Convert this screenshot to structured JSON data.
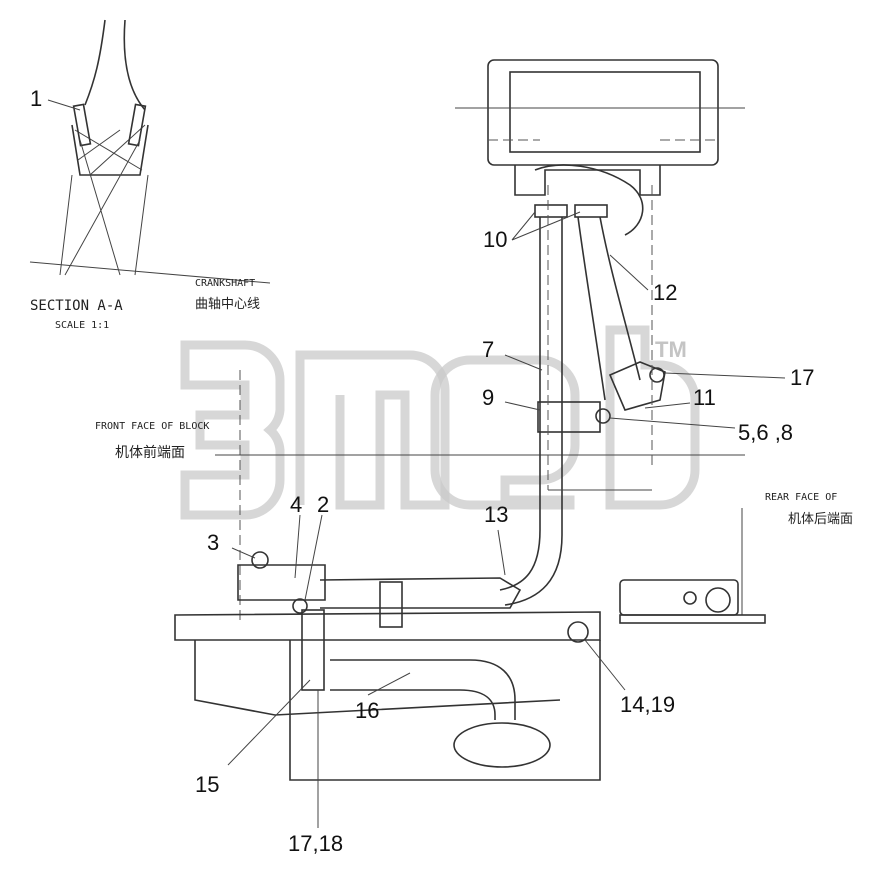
{
  "section": {
    "title": "SECTION A-A",
    "scale": "SCALE 1:1",
    "crankshaft_label": "CRANKSHAFT",
    "crankshaft_cn": "曲轴中心线"
  },
  "front_face": {
    "en": "FRONT FACE OF BLOCK",
    "cn": "机体前端面"
  },
  "rear_face": {
    "en_line1": "REAR FACE OF",
    "cn": "机体后端面"
  },
  "watermark": {
    "mark": "TM"
  },
  "callouts": {
    "c1": "1",
    "c2": "2",
    "c3": "3",
    "c4": "4",
    "c7": "7",
    "c9": "9",
    "c10": "10",
    "c11": "11",
    "c12": "12",
    "c13": "13",
    "c14_19": "14,19",
    "c15": "15",
    "c16": "16",
    "c17_top": "17",
    "c17_18": "17,18",
    "c5_6_8": "5,6 ,8"
  }
}
